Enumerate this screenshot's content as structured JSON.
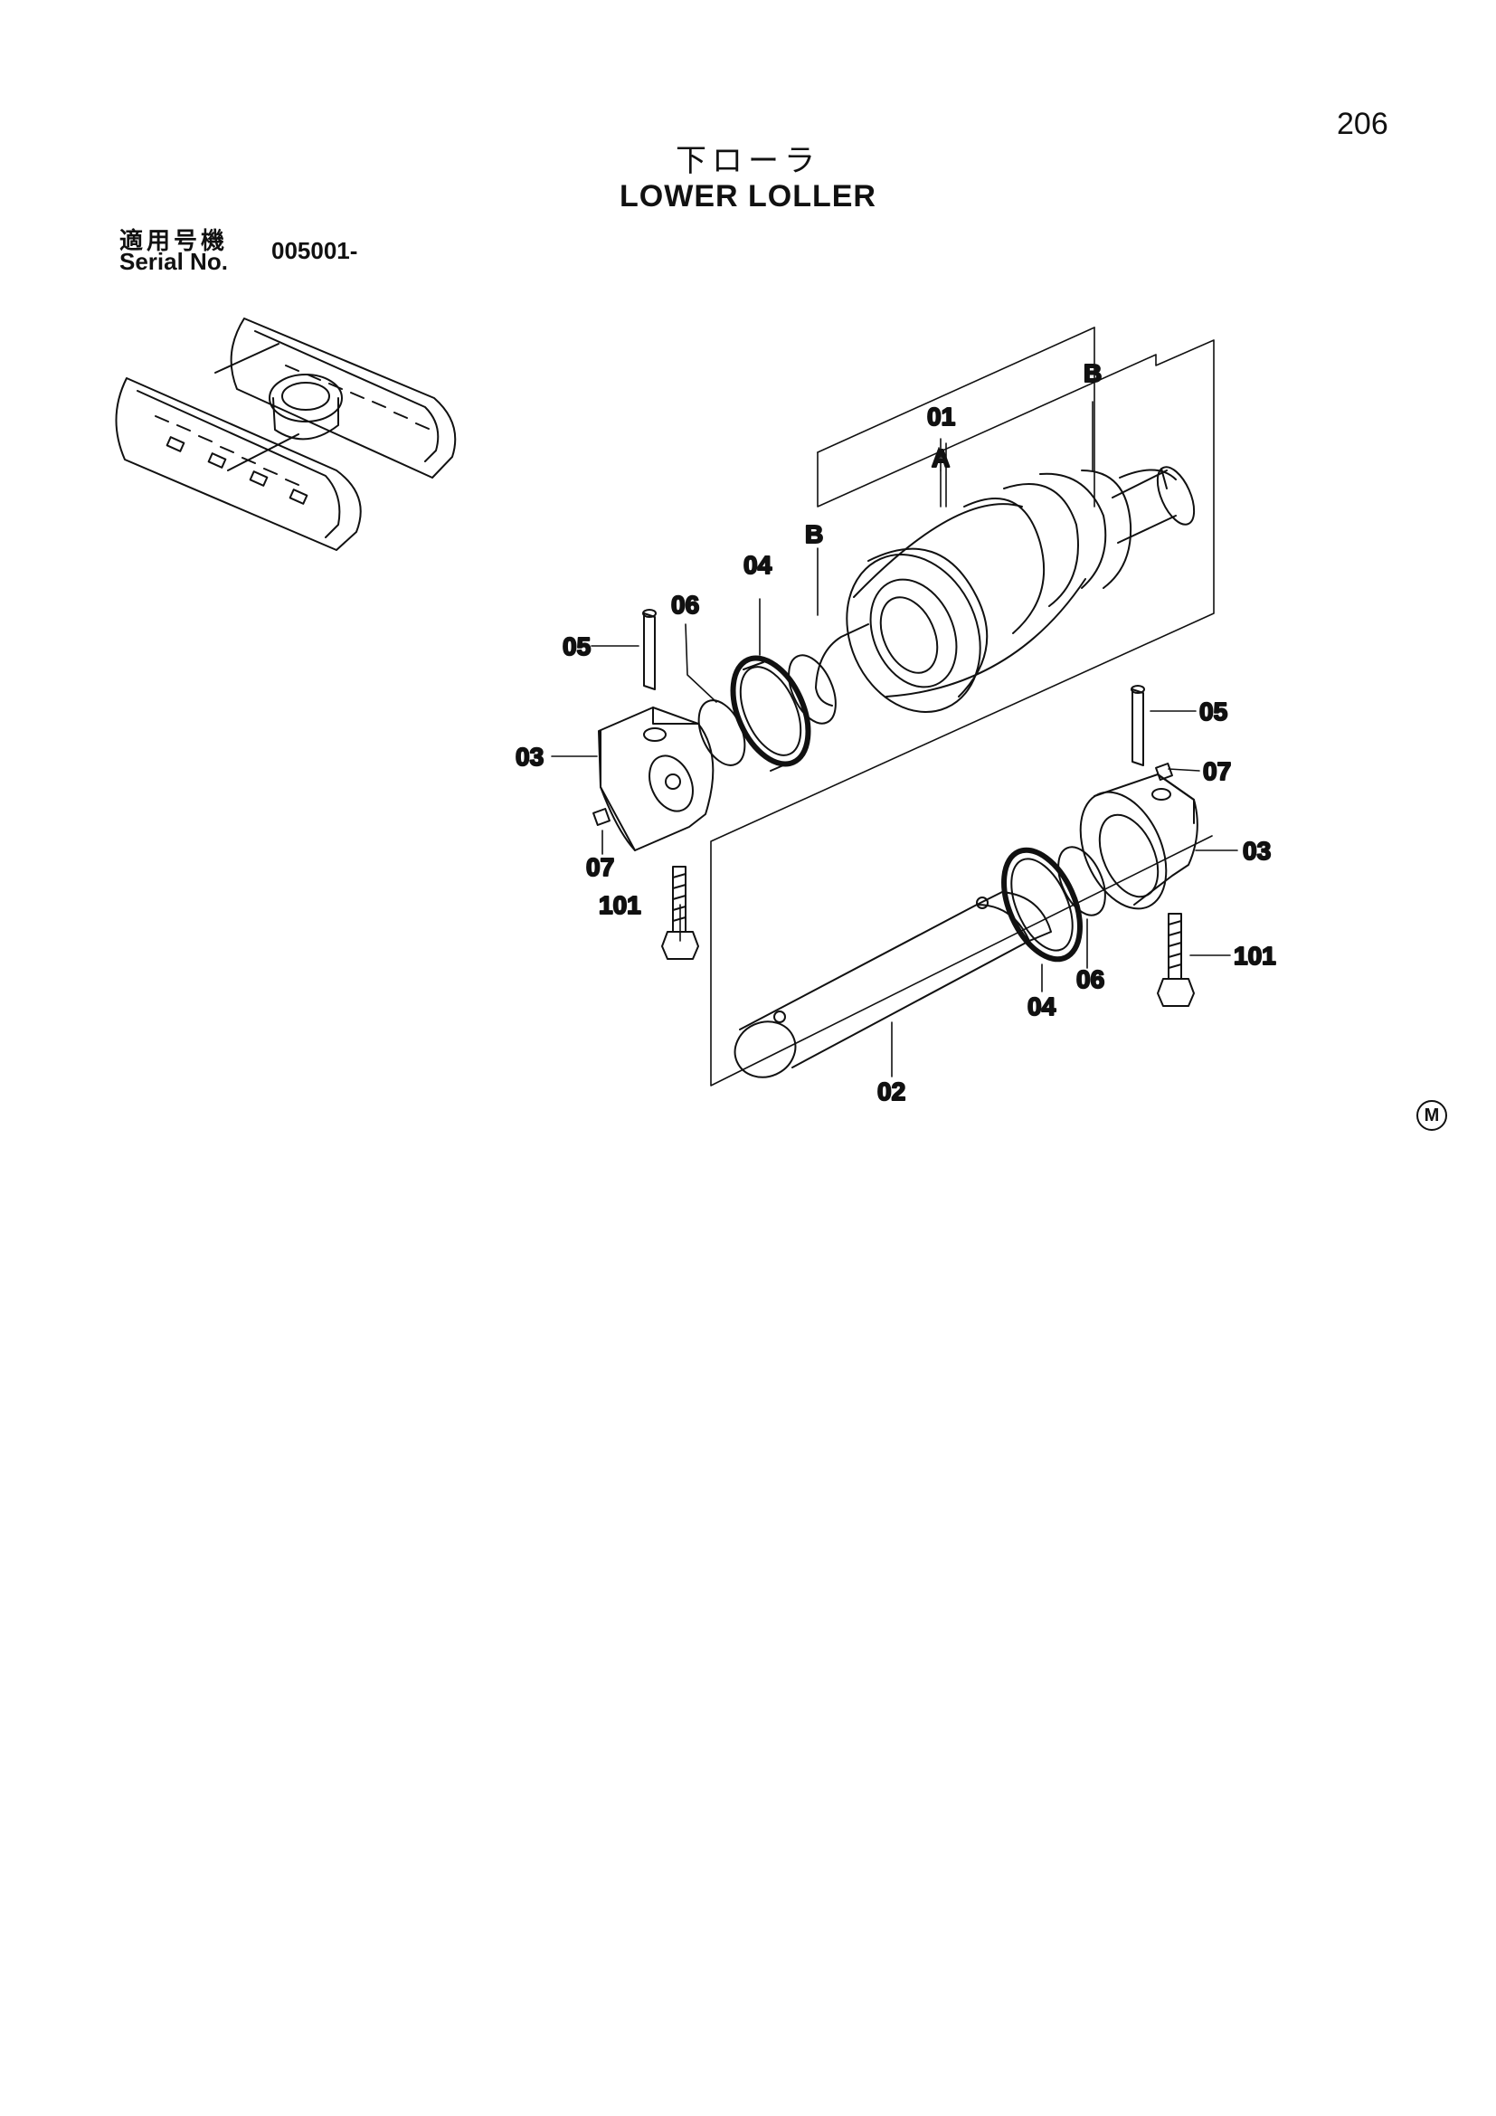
{
  "page": {
    "number": "206",
    "symbol": "M"
  },
  "title": {
    "japanese": "下ローラ",
    "english": "LOWER LOLLER"
  },
  "serial": {
    "label_jp": "適用号機",
    "label_en": "Serial No.",
    "value": "005001-"
  },
  "callouts": {
    "c01": "01",
    "cA": "A",
    "cB_left": "B",
    "cB_right": "B",
    "c04_top": "04",
    "c06_top": "06",
    "c05_left": "05",
    "c03_left": "03",
    "c07_left": "07",
    "c101_left": "101",
    "c05_right": "05",
    "c07_right": "07",
    "c03_right": "03",
    "c101_right": "101",
    "c04_bottom": "04",
    "c06_bottom": "06",
    "c02": "02"
  }
}
